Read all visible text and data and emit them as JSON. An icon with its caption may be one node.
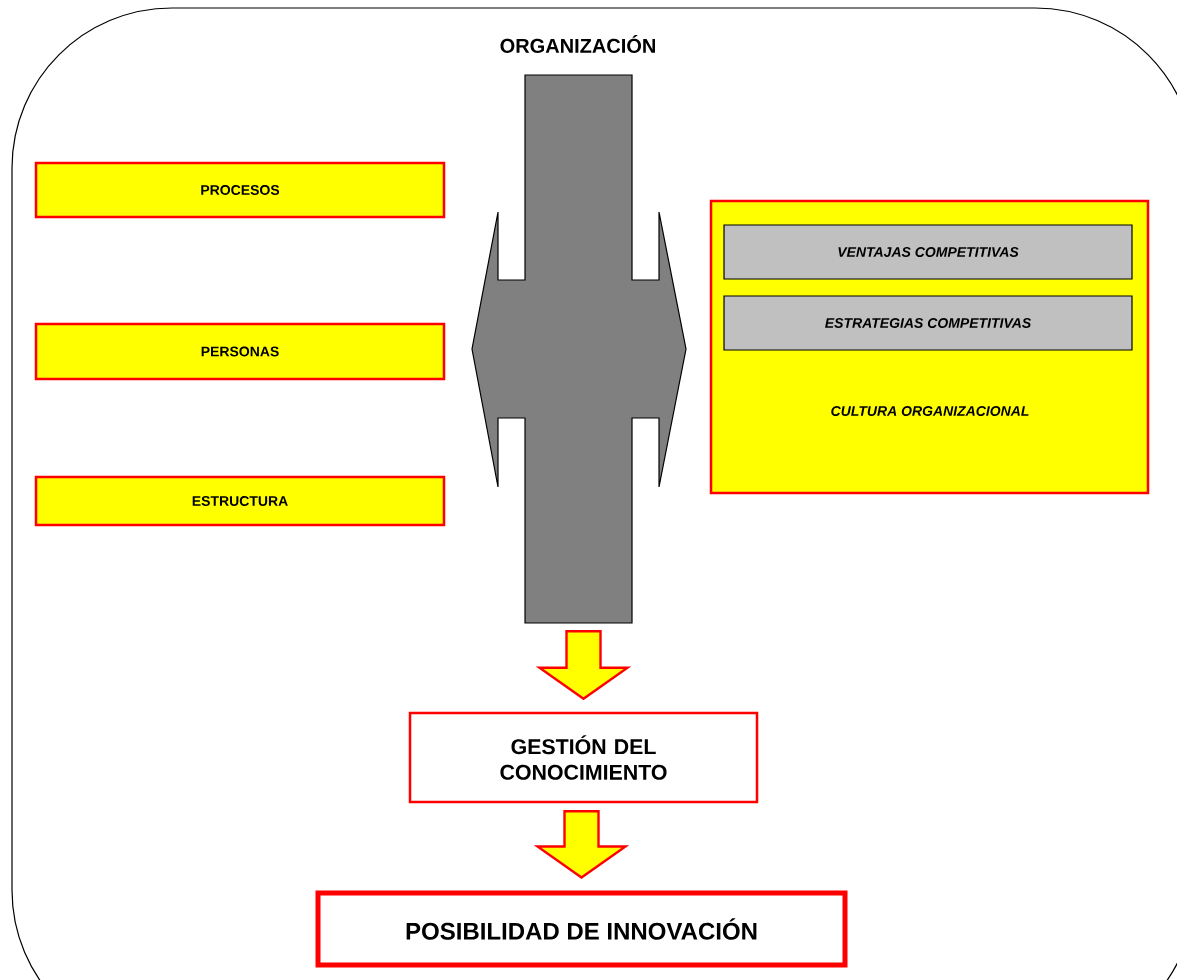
{
  "diagram": {
    "nodes": [
      {
        "text": [
          "ORGANIZACIÓN"
        ]
      },
      {
        "text": [
          "PROCESOS"
        ],
        "in": 0
      },
      {
        "text": [
          "PERSONAS"
        ],
        "in": 0
      },
      {
        "text": [
          "ESTRUCTURA"
        ],
        "in": 0
      },
      {
        "text": [],
        "shape": "arrow",
        "in": 0
      },
      {
        "text": [
          "CULTURA ORGANIZACIONAL"
        ],
        "in": 0
      },
      {
        "text": [
          "VENTAJAS COMPETITIVAS"
        ],
        "in": 5
      },
      {
        "text": [
          "ESTRATEGIAS COMPETITIVAS"
        ],
        "in": 5
      },
      {
        "text": [
          "GESTIÓN DEL CONOCIMIENTO"
        ],
        "in": 0
      },
      {
        "text": [
          "POSIBILIDAD DE INNOVACIÓN"
        ],
        "in": 0
      }
    ],
    "edges": [
      {
        "from": 4,
        "to": 8,
        "arrow": "to"
      },
      {
        "from": 8,
        "to": 9,
        "arrow": "to"
      }
    ]
  }
}
